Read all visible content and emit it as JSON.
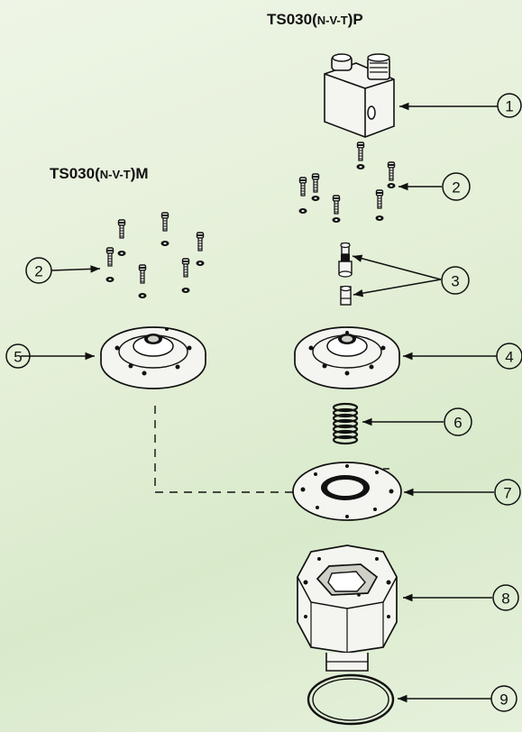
{
  "titles": {
    "p": {
      "prefix": "TS030(",
      "mid": "N-V-T",
      "suffix": ")P"
    },
    "m": {
      "prefix": "TS030(",
      "mid": "N-V-T",
      "suffix": ")M"
    }
  },
  "callouts": [
    {
      "id": "c1",
      "label": "1"
    },
    {
      "id": "c2a",
      "label": "2"
    },
    {
      "id": "c2b",
      "label": "2"
    },
    {
      "id": "c3",
      "label": "3"
    },
    {
      "id": "c4",
      "label": "4"
    },
    {
      "id": "c5",
      "label": "5"
    },
    {
      "id": "c6",
      "label": "6"
    },
    {
      "id": "c7",
      "label": "7"
    },
    {
      "id": "c8",
      "label": "8"
    },
    {
      "id": "c9",
      "label": "9"
    }
  ],
  "colors": {
    "line": "#111111",
    "part_fill": "#f4f4f0",
    "shade": "#cfcfc8"
  }
}
